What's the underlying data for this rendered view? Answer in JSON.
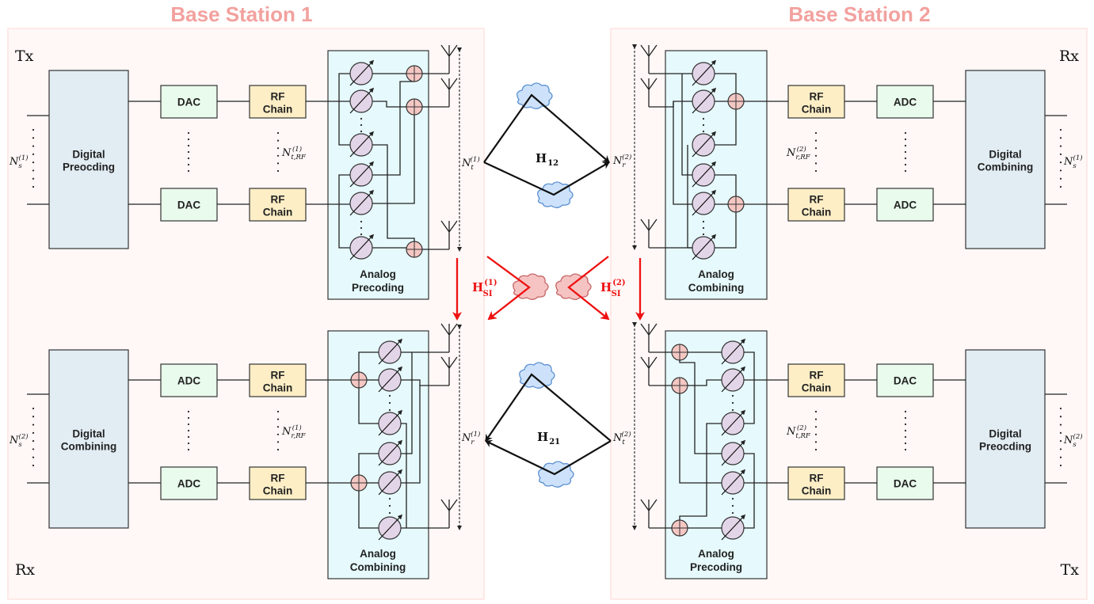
{
  "stations": [
    {
      "title": "Base Station 1",
      "top": {
        "mode": "Tx",
        "digital_block": [
          "Digital",
          "Preocding"
        ],
        "converter_label": "DAC",
        "rf_label": [
          "RF",
          "Chain"
        ],
        "analog_block": [
          "Analog",
          "Precoding"
        ],
        "streams_label": "N_s^(1)",
        "rf_count_label": "N_{t,RF}^(1)",
        "antenna_label": "N_t^(1)"
      },
      "bottom": {
        "mode": "Rx",
        "digital_block": [
          "Digital",
          "Combining"
        ],
        "converter_label": "ADC",
        "rf_label": [
          "RF",
          "Chain"
        ],
        "analog_block": [
          "Analog",
          "Combining"
        ],
        "streams_label": "N_s^(2)",
        "rf_count_label": "N_{r,RF}^(1)",
        "antenna_label": "N_r^(1)"
      }
    },
    {
      "title": "Base Station 2",
      "top": {
        "mode": "Rx",
        "digital_block": [
          "Digital",
          "Combining"
        ],
        "converter_label": "ADC",
        "rf_label": [
          "RF",
          "Chain"
        ],
        "analog_block": [
          "Analog",
          "Combining"
        ],
        "streams_label": "N_s^(1)",
        "rf_count_label": "N_{r,RF}^(2)",
        "antenna_label": "N_r^(2)"
      },
      "bottom": {
        "mode": "Tx",
        "digital_block": [
          "Digital",
          "Preocding"
        ],
        "converter_label": "DAC",
        "rf_label": [
          "RF",
          "Chain"
        ],
        "analog_block": [
          "Analog",
          "Precoding"
        ],
        "streams_label": "N_s^(2)",
        "rf_count_label": "N_{t,RF}^(2)",
        "antenna_label": "N_t^(2)"
      }
    }
  ],
  "channels": {
    "h12": {
      "symbol": "H",
      "subscript": "12"
    },
    "h21": {
      "symbol": "H",
      "subscript": "21"
    },
    "si1": {
      "symbol": "H",
      "subscript": "SI",
      "superscript": "(1)"
    },
    "si2": {
      "symbol": "H",
      "subscript": "SI",
      "superscript": "(2)"
    }
  },
  "labels": {
    "N": "N",
    "s": "s",
    "t": "t",
    "r": "r",
    "rf_t": "t,RF",
    "rf_r": "r,RF",
    "sup1": "(1)",
    "sup2": "(2)"
  },
  "colors": {
    "title": "#f2a19e",
    "panel_fill": "#fff8f7",
    "panel_border": "#fde3e0",
    "digital_fill": "#e1ecf3",
    "converter_fill": "#e8fbec",
    "rf_fill": "#fdeec6",
    "analog_fill": "#e6fafd",
    "phase_shifter_fill": "#e3d5e8",
    "adder_fill": "#f5c7c3",
    "cloud_blue": "#cde2fa",
    "cloud_blue_edge": "#5b8fd1",
    "cloud_red": "#f6c3c3",
    "cloud_red_edge": "#c66565",
    "si_arrow": "#ee1111"
  }
}
